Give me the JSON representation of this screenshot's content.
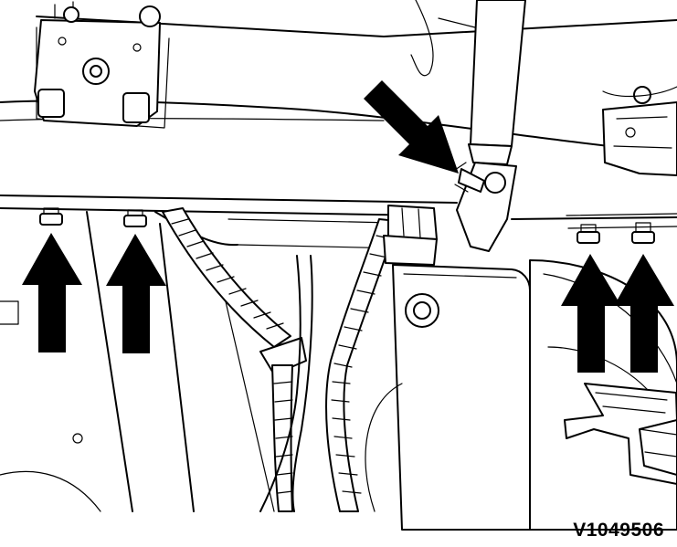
{
  "figure": {
    "code": "V1049506",
    "background": "#ffffff",
    "ink": "#000000"
  },
  "indicators": [
    {
      "name": "arrow-left-bolt-1",
      "direction": "up"
    },
    {
      "name": "arrow-left-bolt-2",
      "direction": "up"
    },
    {
      "name": "arrow-retaining-clip",
      "direction": "down-right"
    },
    {
      "name": "arrow-right-bolt-1",
      "direction": "up"
    },
    {
      "name": "arrow-right-bolt-2",
      "direction": "up"
    }
  ]
}
